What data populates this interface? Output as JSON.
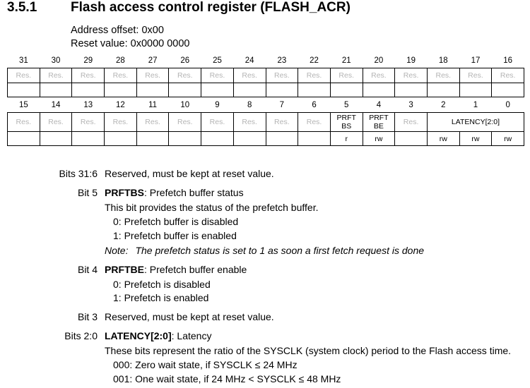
{
  "section": {
    "number": "3.5.1",
    "title": "Flash access control register (FLASH_ACR)"
  },
  "address_offset": "Address offset: 0x00",
  "reset_value": "Reset value: 0x0000 0000",
  "register_table": {
    "upper": {
      "bits": [
        "31",
        "30",
        "29",
        "28",
        "27",
        "26",
        "25",
        "24",
        "23",
        "22",
        "21",
        "20",
        "19",
        "18",
        "17",
        "16"
      ],
      "fields": [
        "Res.",
        "Res.",
        "Res.",
        "Res.",
        "Res.",
        "Res.",
        "Res.",
        "Res.",
        "Res.",
        "Res.",
        "Res.",
        "Res.",
        "Res.",
        "Res.",
        "Res.",
        "Res."
      ],
      "access": [
        "",
        "",
        "",
        "",
        "",
        "",
        "",
        "",
        "",
        "",
        "",
        "",
        "",
        "",
        "",
        ""
      ]
    },
    "lower": {
      "bits": [
        "15",
        "14",
        "13",
        "12",
        "11",
        "10",
        "9",
        "8",
        "7",
        "6",
        "5",
        "4",
        "3",
        "2",
        "1",
        "0"
      ],
      "fields": [
        "Res.",
        "Res.",
        "Res.",
        "Res.",
        "Res.",
        "Res.",
        "Res.",
        "Res.",
        "Res.",
        "Res.",
        "PRFT BS",
        "PRFT BE",
        "Res.",
        "LATENCY[2:0]"
      ],
      "field_bs": [
        "PRFT",
        "BS"
      ],
      "field_be": [
        "PRFT",
        "BE"
      ],
      "access": [
        "",
        "",
        "",
        "",
        "",
        "",
        "",
        "",
        "",
        "",
        "r",
        "rw",
        "",
        "rw",
        "rw",
        "rw"
      ]
    }
  },
  "descriptions": {
    "bits31_6": {
      "label": "Bits 31:6",
      "text": "Reserved, must be kept at reset value."
    },
    "bit5": {
      "label": "Bit 5",
      "name": "PRFTBS",
      "title": ": Prefetch buffer status",
      "text": "This bit provides the status of the prefetch buffer.",
      "values": [
        "0: Prefetch buffer is disabled",
        "1: Prefetch buffer is enabled"
      ],
      "note_label": "Note:",
      "note": "The prefetch status is set to 1 as soon a first fetch request is done"
    },
    "bit4": {
      "label": "Bit 4",
      "name": "PRFTBE",
      "title": ": Prefetch buffer enable",
      "values": [
        "0: Prefetch is disabled",
        "1: Prefetch is enabled"
      ]
    },
    "bit3": {
      "label": "Bit 3",
      "text": "Reserved, must be kept at reset value."
    },
    "bits2_0": {
      "label": "Bits 2:0",
      "name": "LATENCY[2:0]",
      "title": ": Latency",
      "text": "These bits represent the ratio of the SYSCLK (system clock) period to the Flash access time.",
      "values": [
        "000: Zero wait state, if SYSCLK ≤ 24 MHz",
        "001: One wait state, if 24 MHz < SYSCLK ≤ 48 MHz"
      ]
    }
  }
}
